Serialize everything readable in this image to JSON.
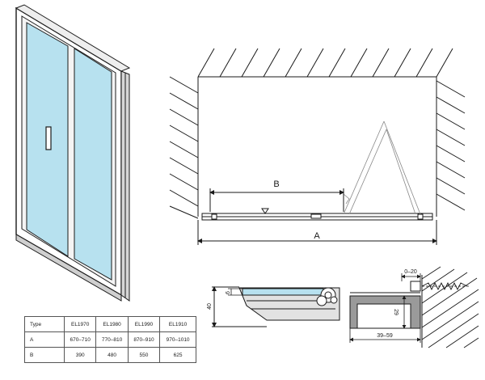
{
  "table": {
    "header": [
      "Type",
      "EL1970",
      "EL1980",
      "EL1990",
      "EL1910"
    ],
    "rows": [
      [
        "A",
        "670–710",
        "770–810",
        "870–910",
        "970–1010"
      ],
      [
        "B",
        "390",
        "480",
        "550",
        "625"
      ]
    ]
  },
  "dimensions": {
    "top_view_a": "A",
    "top_view_b": "B",
    "gap": "0–20",
    "width": "39–59",
    "depth": "29",
    "height": "40",
    "thickness": "6"
  },
  "colors": {
    "glass": "#b7e1ef",
    "line": "#1a1a1a",
    "frame_gray": "#9a9a9a"
  }
}
